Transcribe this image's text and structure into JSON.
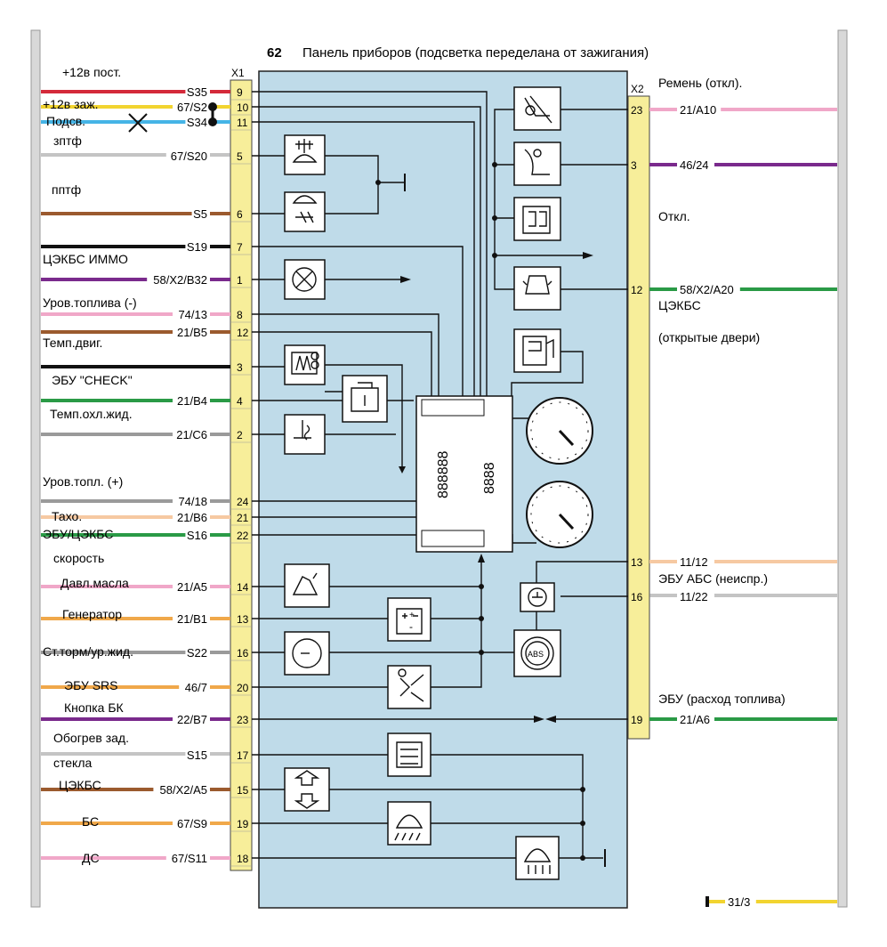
{
  "title": {
    "number": "62",
    "text": "Панель приборов (подсветка переделана от зажигания)"
  },
  "connectors": {
    "left": "X1",
    "right": "X2"
  },
  "colors": {
    "panel": "#bfdbe9",
    "connector": "#f7ee9a",
    "red": "#d42a3a",
    "yellow": "#f2d430",
    "blue": "#45b4e6",
    "white": "#ffffff",
    "brown": "#9b5a2e",
    "black": "#111111",
    "purple": "#7a2a8c",
    "pink": "#f0a7c8",
    "green": "#2a9a46",
    "gray": "#9a9a9a",
    "peach": "#f6c9a2",
    "orange": "#f0a84a"
  },
  "left_wires": [
    {
      "label": "+12в пост.",
      "code": "S35",
      "pin": "9",
      "color": "red"
    },
    {
      "label": "+12в заж.",
      "code": "67/S2",
      "pin": "10",
      "color": "yellow"
    },
    {
      "label": "Подсв.",
      "code": "S34",
      "pin": "11",
      "color": "blue"
    },
    {
      "label": "зптф",
      "code": "67/S20",
      "pin": "5",
      "color": "white"
    },
    {
      "label": "пптф",
      "code": "S5",
      "pin": "6",
      "color": "brown"
    },
    {
      "label": "",
      "code": "S19",
      "pin": "7",
      "color": "black"
    },
    {
      "label": "ЦЭКБС ИММО",
      "code": "58/X2/B32",
      "pin": "1",
      "color": "purple"
    },
    {
      "label": "Уров.топлива (-)",
      "code": "74/13",
      "pin": "8",
      "color": "pink"
    },
    {
      "label": "Темп.двиг.",
      "code": "21/B5",
      "pin": "12",
      "color": "brown"
    },
    {
      "label": "",
      "code": "",
      "pin": "3",
      "color": ""
    },
    {
      "label": "ЭБУ \"CHECK\"",
      "code": "21/B4",
      "pin": "4",
      "color": "green"
    },
    {
      "label": "Темп.охл.жид.",
      "code": "21/C6",
      "pin": "2",
      "color": "gray"
    },
    {
      "label": "Уров.топл. (+)",
      "code": "74/18",
      "pin": "24",
      "color": "gray"
    },
    {
      "label": "Тахо.",
      "code": "21/B6",
      "pin": "21",
      "color": "peach"
    },
    {
      "label": "ЭБУ/ЦЭКБС",
      "code": "S16",
      "pin": "22",
      "color": "green"
    },
    {
      "label": "скорость",
      "code": "",
      "pin": "",
      "color": ""
    },
    {
      "label": "Давл.масла",
      "code": "21/A5",
      "pin": "14",
      "color": "pink"
    },
    {
      "label": "Генератор",
      "code": "21/B1",
      "pin": "13",
      "color": "orange"
    },
    {
      "label": "Ст.торм/ур.жид.",
      "code": "S22",
      "pin": "16",
      "color": "gray"
    },
    {
      "label": "ЭБУ SRS",
      "code": "46/7",
      "pin": "20",
      "color": "orange"
    },
    {
      "label": "Кнопка БК",
      "code": "22/B7",
      "pin": "23",
      "color": "purple"
    },
    {
      "label": "Обогрев зад.",
      "code": "S15",
      "pin": "17",
      "color": "white"
    },
    {
      "label": "стекла",
      "code": "",
      "pin": "",
      "color": ""
    },
    {
      "label": "ЦЭКБС",
      "code": "58/X2/A5",
      "pin": "15",
      "color": "brown"
    },
    {
      "label": "БС",
      "code": "67/S9",
      "pin": "19",
      "color": "orange"
    },
    {
      "label": "ДС",
      "code": "67/S11",
      "pin": "18",
      "color": "pink"
    }
  ],
  "right_wires": [
    {
      "label": "Ремень (откл).",
      "code": "21/A10",
      "pin": "23",
      "color": "pink"
    },
    {
      "label": "",
      "code": "46/24",
      "pin": "3",
      "color": "purple"
    },
    {
      "label": "Откл.",
      "code": "",
      "pin": "",
      "color": ""
    },
    {
      "label": "ЦЭКБС",
      "code": "58/X2/A20",
      "pin": "12",
      "color": "green"
    },
    {
      "label": "(открытые двери)",
      "code": "",
      "pin": "",
      "color": ""
    },
    {
      "label": "",
      "code": "11/12",
      "pin": "13",
      "color": "peach"
    },
    {
      "label": "ЭБУ АБС (неиспр.)",
      "code": "11/22",
      "pin": "16",
      "color": "white"
    },
    {
      "label": "ЭБУ (расход топлива)",
      "code": "21/A6",
      "pin": "19",
      "color": "green"
    },
    {
      "label": "",
      "code": "31/3",
      "pin": "",
      "color": "yellow"
    }
  ],
  "icons": [
    "front-fog-lamp-icon",
    "rear-fog-lamp-icon",
    "turn-signal-icon",
    "glow-plug-icon",
    "engine-check-icon",
    "coolant-temp-icon",
    "seatbelt-off-icon",
    "airbag-passenger-icon",
    "door-module-icon",
    "door-open-icon",
    "fuel-icon",
    "oil-pressure-icon",
    "battery-icon",
    "brake-icon",
    "airbag-icon",
    "abs-icon",
    "steering-icon",
    "rear-defrost-icon",
    "high-beam-switch-icon",
    "low-beam-icon",
    "parking-light-icon",
    "speedometer-icon",
    "tachometer-icon",
    "display-module-icon"
  ],
  "symbols": {
    "plus": "+",
    "minus": "-",
    "abs": "ABS"
  },
  "display": {
    "digits_left": "888888",
    "digits_right": "8888"
  }
}
